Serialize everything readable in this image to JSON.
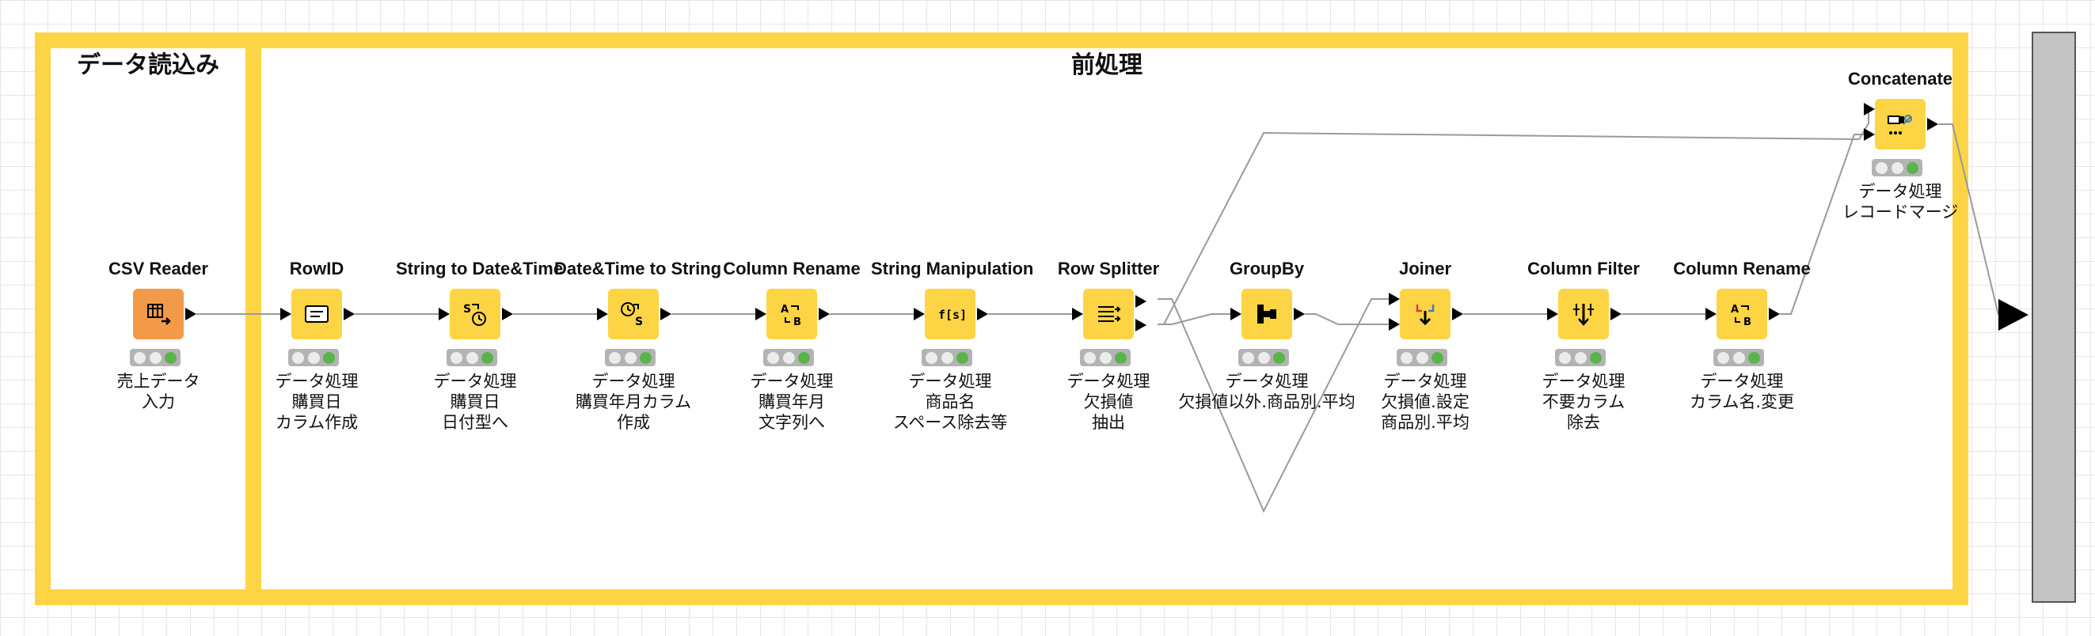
{
  "annotations": {
    "read": "データ読込み",
    "preprocess": "前処理"
  },
  "nodes": [
    {
      "id": "csv-reader",
      "name": "CSV Reader",
      "desc": [
        "売上データ",
        "入力"
      ],
      "icon": "table-reader-icon"
    },
    {
      "id": "row-id",
      "name": "RowID",
      "desc": [
        "データ処理",
        "購買日",
        "カラム作成"
      ],
      "icon": "row-id-icon"
    },
    {
      "id": "string-to-datetime",
      "name": "String to Date&Time",
      "desc": [
        "データ処理",
        "購買日",
        "日付型へ"
      ],
      "icon": "string-to-date-icon"
    },
    {
      "id": "datetime-to-string",
      "name": "Date&Time to String",
      "desc": [
        "データ処理",
        "購買年月カラム",
        "作成"
      ],
      "icon": "date-to-string-icon"
    },
    {
      "id": "column-rename-1",
      "name": "Column Rename",
      "desc": [
        "データ処理",
        "購買年月",
        "文字列へ"
      ],
      "icon": "column-rename-icon"
    },
    {
      "id": "string-manipulation",
      "name": "String Manipulation",
      "desc": [
        "データ処理",
        "商品名",
        "スペース除去等"
      ],
      "icon": "string-manipulation-icon"
    },
    {
      "id": "row-splitter",
      "name": "Row Splitter",
      "desc": [
        "データ処理",
        "欠損値",
        "抽出"
      ],
      "icon": "row-splitter-icon"
    },
    {
      "id": "groupby",
      "name": "GroupBy",
      "desc": [
        "データ処理",
        "欠損値以外.商品別.平均"
      ],
      "icon": "groupby-icon"
    },
    {
      "id": "joiner",
      "name": "Joiner",
      "desc": [
        "データ処理",
        "欠損値.設定",
        "商品別.平均"
      ],
      "icon": "joiner-icon"
    },
    {
      "id": "column-filter",
      "name": "Column Filter",
      "desc": [
        "データ処理",
        "不要カラム",
        "除去"
      ],
      "icon": "column-filter-icon"
    },
    {
      "id": "column-rename-2",
      "name": "Column Rename",
      "desc": [
        "データ処理",
        "カラム名.変更"
      ],
      "icon": "column-rename-icon"
    },
    {
      "id": "concatenate",
      "name": "Concatenate",
      "desc": [
        "データ処理",
        "レコードマージ"
      ],
      "icon": "concatenate-icon"
    }
  ],
  "colors": {
    "annotation": "#fdd444",
    "manipulator": "#fdd444",
    "source": "#f39a48",
    "status_ok": "#5ab44b",
    "status_off": "#ececec"
  }
}
